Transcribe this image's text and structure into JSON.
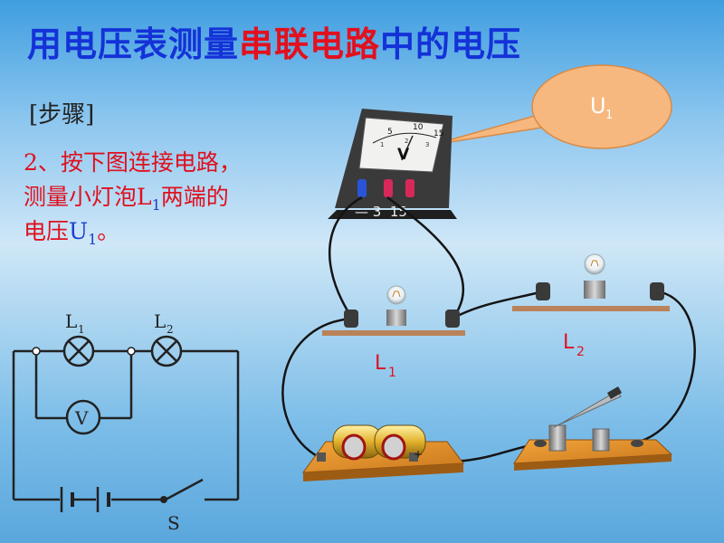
{
  "title": {
    "part1": "用电压表测量",
    "part2": "串联电路",
    "part3": "中的电压"
  },
  "steps_label": "[步骤]",
  "instruction": {
    "line1": "2、按下图连接电路，",
    "line2_pre": "测量小灯泡L",
    "line2_sub": "1",
    "line2_post": "两端的",
    "line3_pre": "电压",
    "line3_u": "U",
    "line3_sub": "1",
    "line3_post": "。"
  },
  "callout": {
    "letter": "U",
    "sub": "1"
  },
  "meter": {
    "symbol": "V",
    "scale_top": [
      "5",
      "10",
      "15"
    ],
    "scale_low": [
      "1",
      "2",
      "3"
    ],
    "terminals": "— 3  15"
  },
  "bulbs": {
    "l1": {
      "letter": "L",
      "sub": "1"
    },
    "l2": {
      "letter": "L",
      "sub": "2"
    }
  },
  "schematic": {
    "l1": {
      "letter": "L",
      "sub": "1"
    },
    "l2": {
      "letter": "L",
      "sub": "2"
    },
    "voltmeter": "V",
    "switch": "S"
  },
  "battery_plus": "+",
  "colors": {
    "title_blue": "#1432d8",
    "title_red": "#e3101e",
    "instruction_red": "#e0101e",
    "callout_fill": "#f6b87e"
  }
}
